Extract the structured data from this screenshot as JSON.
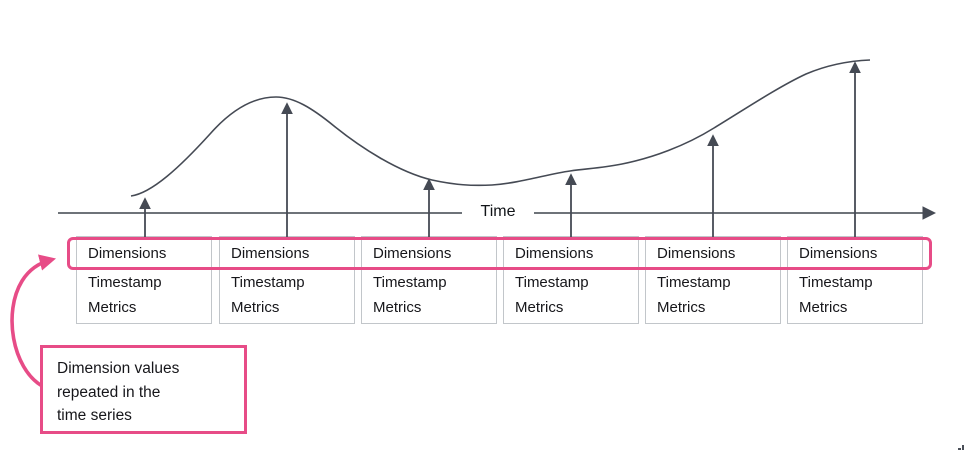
{
  "axis": {
    "label": "Time"
  },
  "boxes": [
    {
      "rows": [
        "Dimensions",
        "Timestamp",
        "Metrics"
      ]
    },
    {
      "rows": [
        "Dimensions",
        "Timestamp",
        "Metrics"
      ]
    },
    {
      "rows": [
        "Dimensions",
        "Timestamp",
        "Metrics"
      ]
    },
    {
      "rows": [
        "Dimensions",
        "Timestamp",
        "Metrics"
      ]
    },
    {
      "rows": [
        "Dimensions",
        "Timestamp",
        "Metrics"
      ]
    },
    {
      "rows": [
        "Dimensions",
        "Timestamp",
        "Metrics"
      ]
    }
  ],
  "callout": {
    "lines": [
      "Dimension values",
      "repeated in the",
      "time series"
    ]
  },
  "colors": {
    "accent_pink": "#e74c87",
    "curve_stroke": "#454a54",
    "axis_stroke": "#5a5f66",
    "box_border": "#c2c6ca",
    "text": "#16161a"
  },
  "icons": {
    "corner_grip": "resize-grip"
  }
}
